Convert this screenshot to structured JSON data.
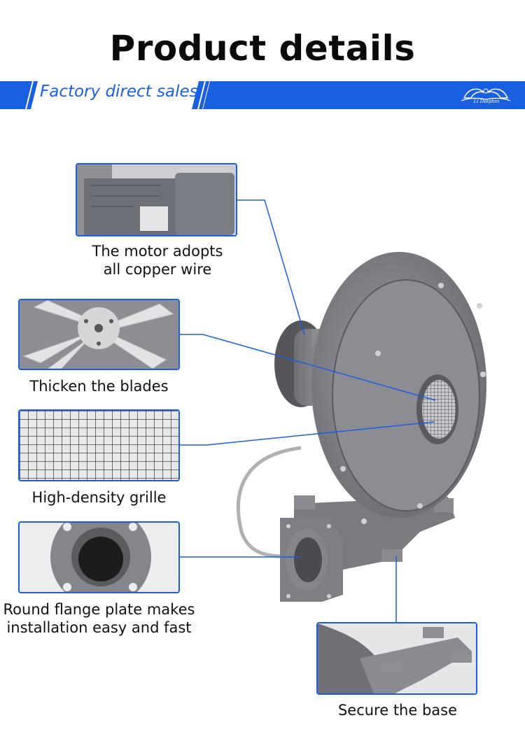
{
  "heading": "Product details",
  "banner": {
    "text": "Factory direct sales",
    "logo_text": "Li Dolphin",
    "color": "#1a5fe0"
  },
  "features": [
    {
      "caption_line1": "The motor adopts",
      "caption_line2": "all copper wire",
      "icon": "motor-closeup-image"
    },
    {
      "caption_line1": "Thicken the blades",
      "caption_line2": "",
      "icon": "impeller-blades-image"
    },
    {
      "caption_line1": "High-density grille",
      "caption_line2": "",
      "icon": "grille-mesh-image"
    },
    {
      "caption_line1": "Round flange plate makes",
      "caption_line2": "installation easy and fast",
      "icon": "flange-plate-image"
    },
    {
      "caption_line1": "Secure the base",
      "caption_line2": "",
      "icon": "base-closeup-image"
    }
  ]
}
